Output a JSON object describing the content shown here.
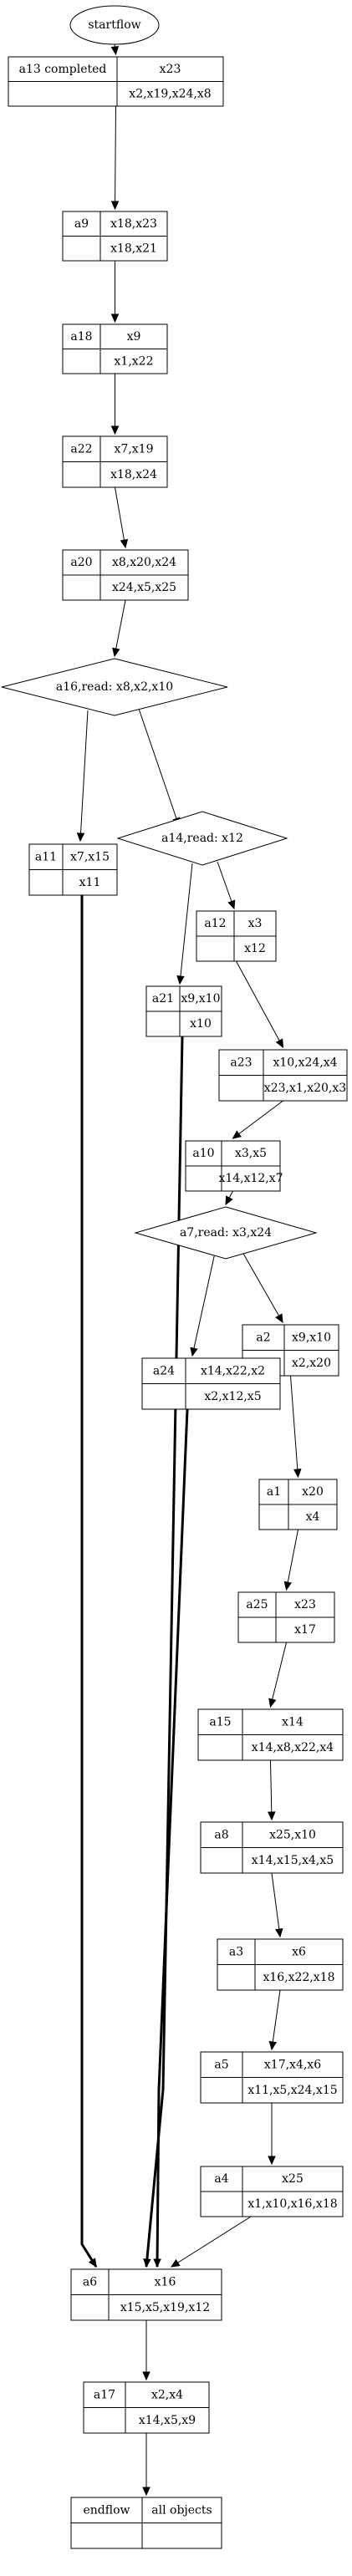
{
  "start": {
    "label": "startflow"
  },
  "end": {
    "label": "endflow",
    "objects": "all objects"
  },
  "boxes": [
    {
      "id": "a13",
      "label": "a13 completed",
      "write": "x23",
      "read": "x2,x19,x24,x8"
    },
    {
      "id": "a9",
      "label": "a9",
      "write": "x18,x23",
      "read": "x18,x21"
    },
    {
      "id": "a18",
      "label": "a18",
      "write": "x9",
      "read": "x1,x22"
    },
    {
      "id": "a22",
      "label": "a22",
      "write": "x7,x19",
      "read": "x18,x24"
    },
    {
      "id": "a20",
      "label": "a20",
      "write": "x8,x20,x24",
      "read": "x24,x5,x25"
    },
    {
      "id": "a11",
      "label": "a11",
      "write": "x7,x15",
      "read": "x11"
    },
    {
      "id": "a12",
      "label": "a12",
      "write": "x3",
      "read": "x12"
    },
    {
      "id": "a21",
      "label": "a21",
      "write": "x9,x10",
      "read": "x10"
    },
    {
      "id": "a23",
      "label": "a23",
      "write": "x10,x24,x4",
      "read": "x23,x1,x20,x3"
    },
    {
      "id": "a10",
      "label": "a10",
      "write": "x3,x5",
      "read": "x14,x12,x7"
    },
    {
      "id": "a2",
      "label": "a2",
      "write": "x9,x10",
      "read": "x2,x20"
    },
    {
      "id": "a24",
      "label": "a24",
      "write": "x14,x22,x2",
      "read": "x2,x12,x5"
    },
    {
      "id": "a1",
      "label": "a1",
      "write": "x20",
      "read": "x4"
    },
    {
      "id": "a25",
      "label": "a25",
      "write": "x23",
      "read": "x17"
    },
    {
      "id": "a15",
      "label": "a15",
      "write": "x14",
      "read": "x14,x8,x22,x4"
    },
    {
      "id": "a8",
      "label": "a8",
      "write": "x25,x10",
      "read": "x14,x15,x4,x5"
    },
    {
      "id": "a3",
      "label": "a3",
      "write": "x6",
      "read": "x16,x22,x18"
    },
    {
      "id": "a5",
      "label": "a5",
      "write": "x17,x4,x6",
      "read": "x11,x5,x24,x15"
    },
    {
      "id": "a4",
      "label": "a4",
      "write": "x25",
      "read": "x1,x10,x16,x18"
    },
    {
      "id": "a6",
      "label": "a6",
      "write": "x16",
      "read": "x15,x5,x19,x12"
    },
    {
      "id": "a17",
      "label": "a17",
      "write": "x2,x4",
      "read": "x14,x5,x9"
    }
  ],
  "decisions": [
    {
      "id": "a16",
      "label": "a16,read: x8,x2,x10"
    },
    {
      "id": "a14",
      "label": "a14,read: x12"
    },
    {
      "id": "a7",
      "label": "a7,read: x3,x24"
    }
  ],
  "edges": [
    {
      "from": "start",
      "to": "a13",
      "bold": false
    },
    {
      "from": "a13",
      "to": "a9",
      "bold": false
    },
    {
      "from": "a9",
      "to": "a18",
      "bold": false
    },
    {
      "from": "a18",
      "to": "a22",
      "bold": false
    },
    {
      "from": "a22",
      "to": "a20",
      "bold": false
    },
    {
      "from": "a20",
      "to": "a16",
      "bold": false
    },
    {
      "from": "a16",
      "to": "a11",
      "bold": false
    },
    {
      "from": "a16",
      "to": "a14",
      "bold": false
    },
    {
      "from": "a14",
      "to": "a21",
      "bold": false
    },
    {
      "from": "a14",
      "to": "a12",
      "bold": false
    },
    {
      "from": "a12",
      "to": "a23",
      "bold": false
    },
    {
      "from": "a23",
      "to": "a10",
      "bold": false
    },
    {
      "from": "a10",
      "to": "a7",
      "bold": false
    },
    {
      "from": "a7",
      "to": "a24",
      "bold": false
    },
    {
      "from": "a7",
      "to": "a2",
      "bold": false
    },
    {
      "from": "a2",
      "to": "a1",
      "bold": false
    },
    {
      "from": "a1",
      "to": "a25",
      "bold": false
    },
    {
      "from": "a25",
      "to": "a15",
      "bold": false
    },
    {
      "from": "a15",
      "to": "a8",
      "bold": false
    },
    {
      "from": "a8",
      "to": "a3",
      "bold": false
    },
    {
      "from": "a3",
      "to": "a5",
      "bold": false
    },
    {
      "from": "a5",
      "to": "a4",
      "bold": false
    },
    {
      "from": "a4",
      "to": "a6",
      "bold": false
    },
    {
      "from": "a11",
      "to": "a6",
      "bold": true
    },
    {
      "from": "a21",
      "to": "a6",
      "bold": true
    },
    {
      "from": "a24",
      "to": "a6",
      "bold": true
    },
    {
      "from": "a6",
      "to": "a17",
      "bold": false
    },
    {
      "from": "a17",
      "to": "end",
      "bold": false
    }
  ]
}
